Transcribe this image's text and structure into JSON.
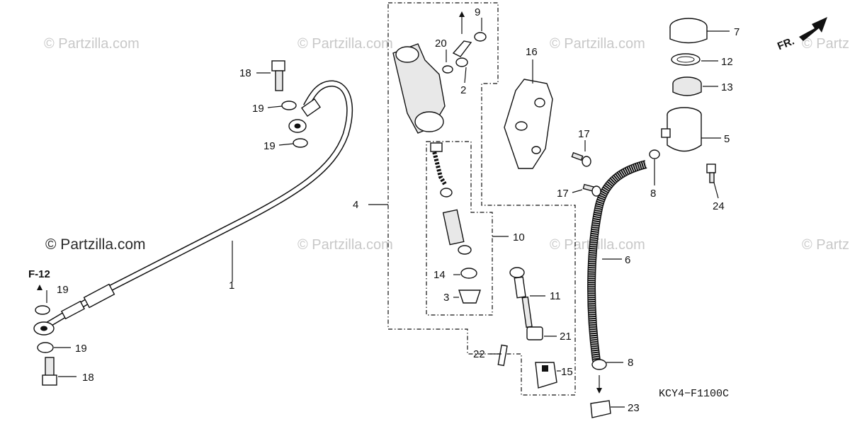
{
  "watermark": "© Partzilla.com",
  "diagram_code": "KCY4−F1100C",
  "direction_label": "FR.",
  "reference_label": "F-12",
  "callouts": {
    "c1": "1",
    "c2": "2",
    "c3": "3",
    "c4": "4",
    "c5": "5",
    "c6": "6",
    "c7": "7",
    "c8a": "8",
    "c8b": "8",
    "c9": "9",
    "c10": "10",
    "c11": "11",
    "c12": "12",
    "c13": "13",
    "c14": "14",
    "c15": "15",
    "c16": "16",
    "c17a": "17",
    "c17b": "17",
    "c18a": "18",
    "c18b": "18",
    "c19a": "19",
    "c19b": "19",
    "c19c": "19",
    "c19d": "19",
    "c20": "20",
    "c21": "21",
    "c22": "22",
    "c23": "23",
    "c24": "24"
  }
}
